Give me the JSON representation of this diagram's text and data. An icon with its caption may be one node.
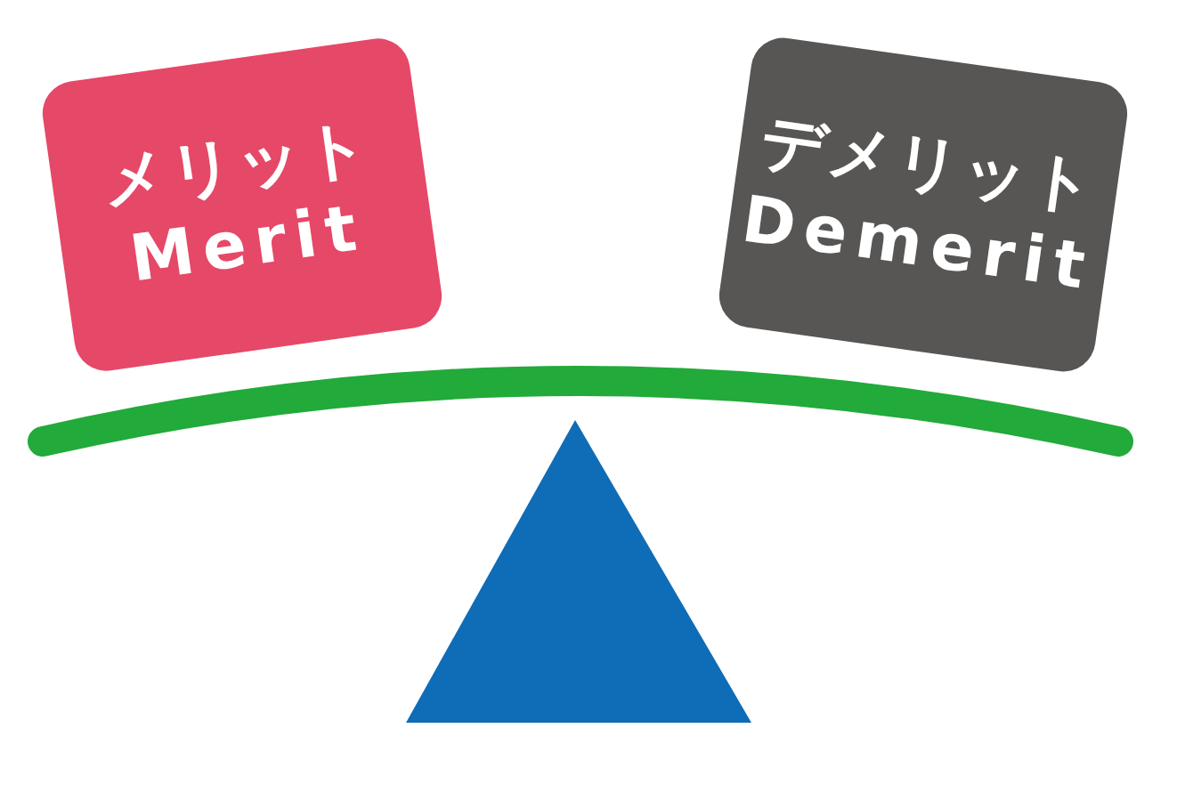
{
  "diagram": {
    "nodes": [
      {
        "text": [
          "メリット",
          "Merit"
        ]
      },
      {
        "text": [
          "デメリット",
          "Demerit"
        ]
      }
    ]
  }
}
